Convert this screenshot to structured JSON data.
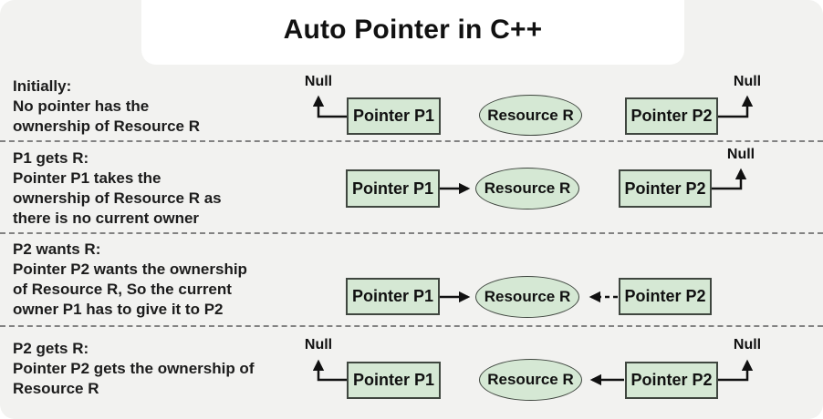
{
  "title": "Auto Pointer in C++",
  "node_labels": {
    "p1": "Pointer P1",
    "p2": "Pointer P2",
    "resource": "Resource R",
    "null": "Null"
  },
  "rows": [
    {
      "name": "initially",
      "lines": [
        "Initially:",
        "No pointer has the",
        "ownership of Resource R"
      ],
      "state": "P1 -> Null, P2 -> Null, Resource R unowned"
    },
    {
      "name": "p1-gets-r",
      "lines": [
        "P1 gets R:",
        "Pointer P1 takes the",
        "ownership of Resource R as",
        "there is no current owner"
      ],
      "state": "P1 -> Resource R (solid), P2 -> Null"
    },
    {
      "name": "p2-wants-r",
      "lines": [
        "P2 wants R:",
        "Pointer P2 wants the ownership",
        "of Resource R, So the current",
        "owner P1 has to give it to P2"
      ],
      "state": "P1 -> Resource R (solid), P2 -> Resource R (dashed request)"
    },
    {
      "name": "p2-gets-r",
      "lines": [
        "P2 gets R:",
        "Pointer P2 gets the ownership of",
        "Resource R"
      ],
      "state": "P1 -> Null, P2 -> Resource R (solid), Null marker at P2 right"
    }
  ],
  "colors": {
    "background": "#f2f2f0",
    "title_card": "#ffffff",
    "node_fill": "#d5e8d4",
    "node_border": "#3f463f",
    "arrow": "#111111",
    "divider": "#828282",
    "text": "#1c1c1c"
  }
}
